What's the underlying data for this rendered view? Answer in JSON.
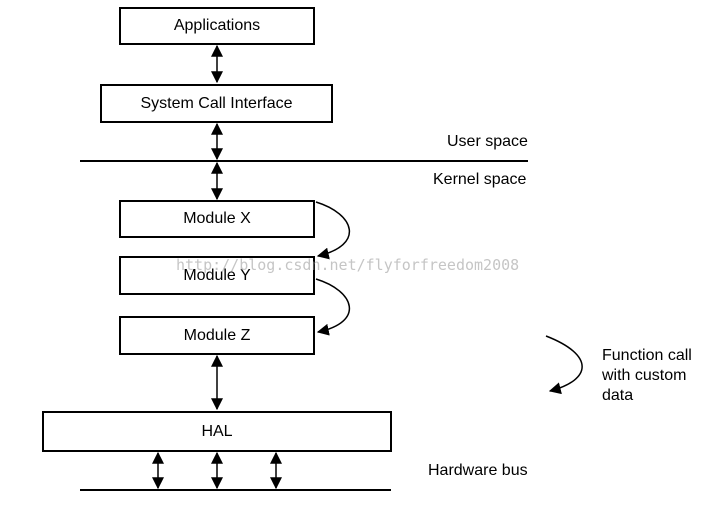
{
  "boxes": {
    "applications": "Applications",
    "syscall": "System Call Interface",
    "module_x": "Module X",
    "module_y": "Module Y",
    "module_z": "Module Z",
    "hal": "HAL"
  },
  "labels": {
    "user_space": "User space",
    "kernel_space": "Kernel space",
    "hardware_bus": "Hardware bus"
  },
  "legend": {
    "line1": "Function call",
    "line2": "with custom",
    "line3": "data"
  },
  "watermark": "http://blog.csdn.net/flyforfreedom2008"
}
